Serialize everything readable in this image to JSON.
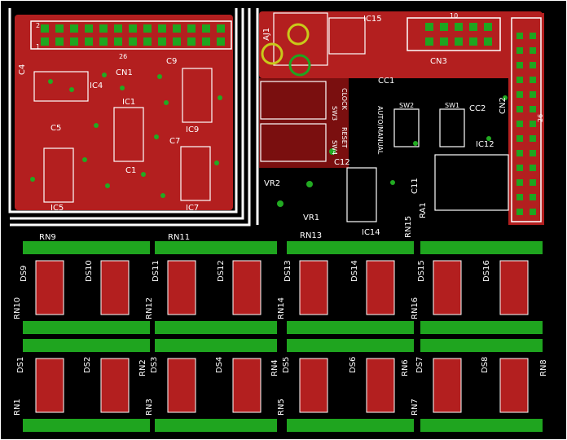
{
  "colors": {
    "background": "#000000",
    "copper": "#b31f1f",
    "copper_dark": "#7a0f0f",
    "pad": "#1fa51f",
    "via": "#22aa22",
    "silk": "#ffffff",
    "dim": "#c8c8c8",
    "grid": "#ffffff"
  },
  "labels": {
    "cn1": "CN1",
    "cn2": "CN2",
    "cn3": "CN3",
    "pin2": "2",
    "pin1": "1",
    "pin26": "26",
    "pin10": "10",
    "ic1": "IC1",
    "ic4": "IC4",
    "ic5": "IC5",
    "ic7": "IC7",
    "ic9": "IC9",
    "ic12": "IC12",
    "ic14": "IC14",
    "ic15": "IC15",
    "c1": "C1",
    "c4": "C4",
    "c5": "C5",
    "c7": "C7",
    "c9": "C9",
    "c11": "C11",
    "c12": "C12",
    "cc1": "CC1",
    "cc2": "CC2",
    "aj1": "AJ1",
    "sw1": "SW1",
    "sw2": "SW2",
    "sw3": "SW3",
    "sw4": "SW4",
    "vr1": "VR1",
    "vr2": "VR2",
    "ra1": "RA1",
    "rn15": "RN15",
    "rn13": "RN13",
    "rn9": "RN9",
    "rn11": "RN11",
    "rn10": "RN10",
    "rn12": "RN12",
    "rn14": "RN14",
    "rn16": "RN16",
    "rn1": "RN1",
    "rn2": "RN2",
    "rn3": "RN3",
    "rn4": "RN4",
    "rn5": "RN5",
    "rn6": "RN6",
    "rn7": "RN7",
    "rn8": "RN8",
    "ds1": "DS1",
    "ds2": "DS2",
    "ds3": "DS3",
    "ds4": "DS4",
    "ds5": "DS5",
    "ds6": "DS6",
    "ds7": "DS7",
    "ds8": "DS8",
    "ds9": "DS9",
    "ds10": "DS10",
    "ds11": "DS11",
    "ds12": "DS12",
    "ds13": "DS13",
    "ds14": "DS14",
    "ds15": "DS15",
    "ds16": "DS16",
    "sw_clock": "CLOCK",
    "sw_reset": "RESET",
    "sw_auto": "AUTO/MANUAL"
  }
}
